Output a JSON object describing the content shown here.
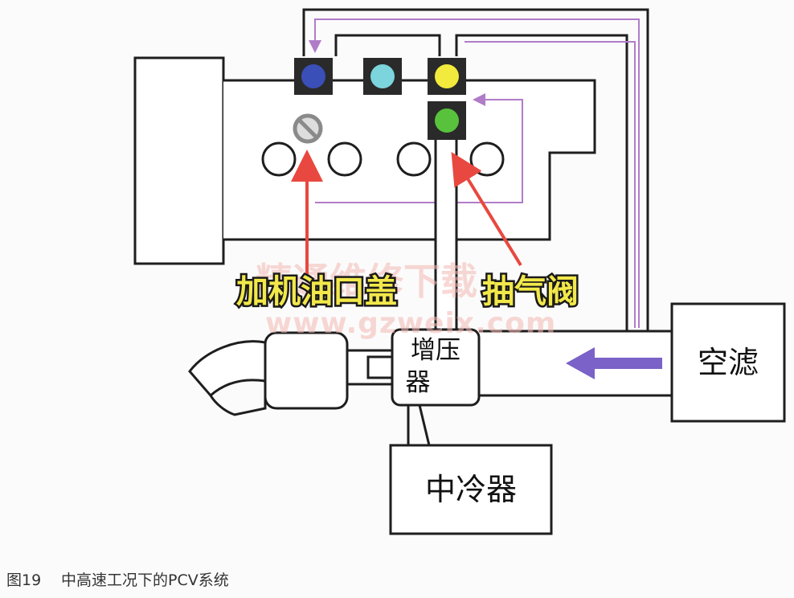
{
  "labels": {
    "air_filter": "空滤",
    "intercooler": "中冷器",
    "turbo_line1": "增压",
    "turbo_line2": "器",
    "oil_cap": "加机油口盖",
    "vent_valve": "抽气阀"
  },
  "watermark": {
    "text": "精通维修下载",
    "url": "www.gzweix.com"
  },
  "caption": {
    "figure": "图19",
    "text": "中高速工况下的PCV系统"
  },
  "colors": {
    "outline": "#1e1e1e",
    "flow_purple": "#b07cc8",
    "flow_arrow": "#7a62c8",
    "annot_red": "#e8483f",
    "port_blue": "#3a4fb8",
    "port_cyan": "#7cd4dc",
    "port_yellow": "#f2ea3c",
    "port_green": "#58c23c",
    "port_box": "#2a2a2a"
  }
}
